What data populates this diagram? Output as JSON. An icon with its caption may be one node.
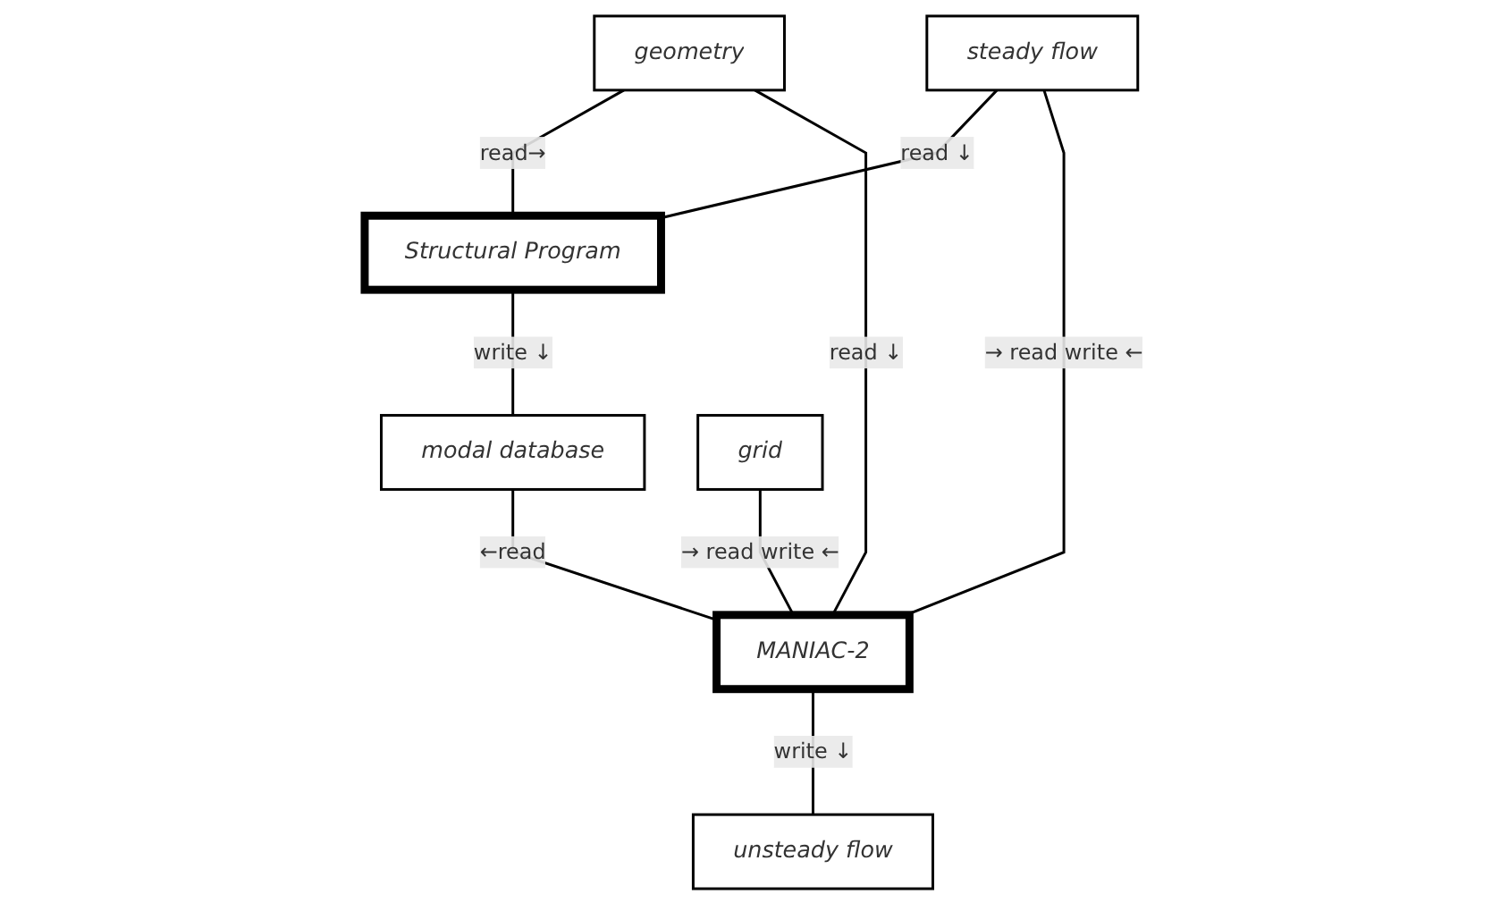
{
  "diagram": {
    "nodes": [
      {
        "text": [
          "geometry"
        ]
      },
      {
        "text": [
          "Structural Program"
        ]
      },
      {
        "text": [
          "steady flow"
        ]
      },
      {
        "text": [
          "MANIAC-2"
        ]
      },
      {
        "text": [
          "modal database"
        ]
      },
      {
        "text": [
          "grid"
        ]
      },
      {
        "text": [
          "unsteady flow"
        ]
      }
    ],
    "edges": [
      {
        "from": 2,
        "to": 1,
        "arrow": "none",
        "label": "read ↓"
      },
      {
        "from": 0,
        "to": 1,
        "arrow": "none",
        "label": "read→"
      },
      {
        "from": 0,
        "to": 3,
        "arrow": "none",
        "label": "read ↓"
      },
      {
        "from": 2,
        "to": 3,
        "arrow": "none",
        "label": "→ read write ←"
      },
      {
        "from": 5,
        "to": 3,
        "arrow": "none",
        "label": "→ read write ←"
      },
      {
        "from": 3,
        "to": 6,
        "arrow": "none",
        "label": "write ↓"
      },
      {
        "from": 1,
        "to": 4,
        "arrow": "none",
        "label": "write ↓"
      },
      {
        "from": 4,
        "to": 3,
        "arrow": "none",
        "label": "←read"
      }
    ]
  }
}
